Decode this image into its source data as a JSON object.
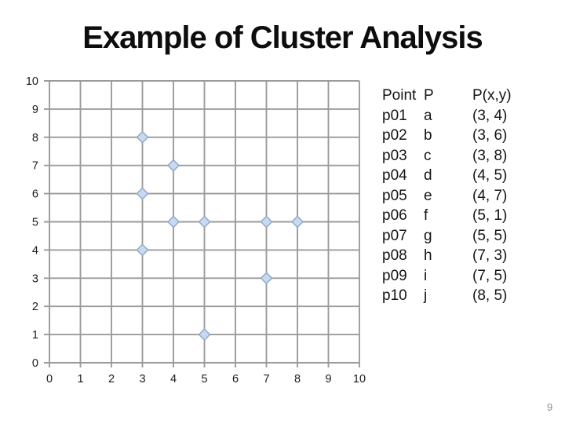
{
  "slide": {
    "title": "Example of Cluster Analysis",
    "page_number": "9"
  },
  "table": {
    "headers": [
      "Point",
      "P",
      "P(x,y)"
    ],
    "rows": [
      {
        "point": "p01",
        "p": "a",
        "xy": "(3, 4)"
      },
      {
        "point": "p02",
        "p": "b",
        "xy": "(3, 6)"
      },
      {
        "point": "p03",
        "p": "c",
        "xy": "(3, 8)"
      },
      {
        "point": "p04",
        "p": "d",
        "xy": "(4, 5)"
      },
      {
        "point": "p05",
        "p": "e",
        "xy": "(4, 7)"
      },
      {
        "point": "p06",
        "p": "f",
        "xy": "(5, 1)"
      },
      {
        "point": "p07",
        "p": "g",
        "xy": "(5, 5)"
      },
      {
        "point": "p08",
        "p": "h",
        "xy": "(7, 3)"
      },
      {
        "point": "p09",
        "p": "i",
        "xy": "(7, 5)"
      },
      {
        "point": "p10",
        "p": "j",
        "xy": "(8, 5)"
      }
    ]
  },
  "chart_data": {
    "type": "scatter",
    "title": "",
    "xlabel": "",
    "ylabel": "",
    "points": [
      {
        "label": "a",
        "x": 3,
        "y": 4
      },
      {
        "label": "b",
        "x": 3,
        "y": 6
      },
      {
        "label": "c",
        "x": 3,
        "y": 8
      },
      {
        "label": "d",
        "x": 4,
        "y": 5
      },
      {
        "label": "e",
        "x": 4,
        "y": 7
      },
      {
        "label": "f",
        "x": 5,
        "y": 1
      },
      {
        "label": "g",
        "x": 5,
        "y": 5
      },
      {
        "label": "h",
        "x": 7,
        "y": 3
      },
      {
        "label": "i",
        "x": 7,
        "y": 5
      },
      {
        "label": "j",
        "x": 8,
        "y": 5
      }
    ],
    "xlim": [
      0,
      10
    ],
    "ylim": [
      0,
      10
    ],
    "x_ticks": [
      0,
      1,
      2,
      3,
      4,
      5,
      6,
      7,
      8,
      9,
      10
    ],
    "y_ticks": [
      0,
      1,
      2,
      3,
      4,
      5,
      6,
      7,
      8,
      9,
      10
    ],
    "grid": true,
    "legend": "none",
    "marker": "diamond",
    "colors": {
      "marker_fill": "#c9d9f0",
      "marker_border": "#8fa9c9",
      "grid": "#9b9b9b",
      "tick_label": "#1c1c1c"
    }
  }
}
